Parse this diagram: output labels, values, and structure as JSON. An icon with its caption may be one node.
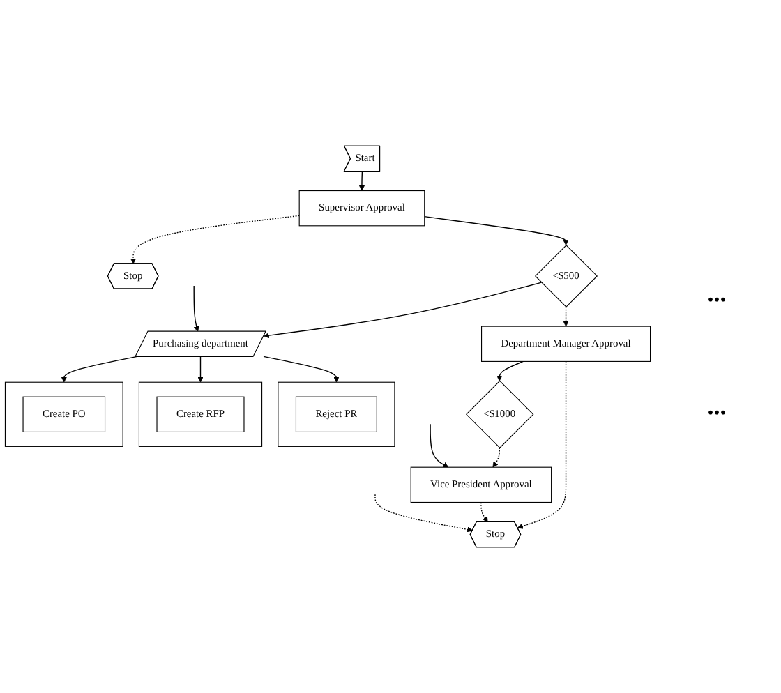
{
  "diagram": {
    "nodes": [
      {
        "text": [
          "Start"
        ]
      },
      {
        "text": [
          "Supervisor Approval"
        ]
      },
      {
        "text": [
          "Stop"
        ]
      },
      {
        "text": [
          "<$500"
        ]
      },
      {
        "text": [
          "Department Manager Approval"
        ]
      },
      {
        "text": [
          "Purchasing department"
        ]
      },
      {
        "text": [],
        "shape": "box"
      },
      {
        "text": [
          "Reject PR"
        ],
        "in": 6
      },
      {
        "text": [],
        "shape": "box"
      },
      {
        "text": [
          "Create RFP"
        ],
        "in": 8
      },
      {
        "text": [],
        "shape": "box"
      },
      {
        "text": [
          "Create PO"
        ],
        "in": 10
      },
      {
        "text": [
          "<$1000"
        ]
      },
      {
        "text": [
          "Stop"
        ]
      },
      {
        "text": [
          "Vice President Approval"
        ]
      }
    ],
    "edges": [
      {
        "from": 0,
        "to": 1,
        "arrow": "to"
      },
      {
        "from": 1,
        "to": 2,
        "arrow": "to",
        "style": "dashed"
      },
      {
        "from": 1,
        "to": 3,
        "arrow": "to"
      },
      {
        "from": 3,
        "to": 4,
        "arrow": "to",
        "style": "dashed"
      },
      {
        "from": 3,
        "to": 5,
        "arrow": "to"
      },
      {
        "from": 5,
        "to": 6,
        "arrow": "to"
      },
      {
        "from": 5,
        "to": 8,
        "arrow": "to"
      },
      {
        "from": 5,
        "to": 10,
        "arrow": "to"
      },
      {
        "from": null,
        "to": 5,
        "arrow": "to"
      },
      {
        "from": 4,
        "to": 12,
        "arrow": "to"
      },
      {
        "from": 4,
        "to": 13,
        "arrow": "to",
        "style": "dashed"
      },
      {
        "from": 12,
        "to": 14,
        "arrow": "to",
        "style": "dashed"
      },
      {
        "from": 14,
        "to": 13,
        "arrow": "to",
        "style": "dashed"
      },
      {
        "from": null,
        "to": 13,
        "arrow": "to",
        "style": "dashed"
      },
      {
        "from": null,
        "to": 14,
        "arrow": "to"
      }
    ],
    "labels": [
      "...",
      "..."
    ]
  }
}
